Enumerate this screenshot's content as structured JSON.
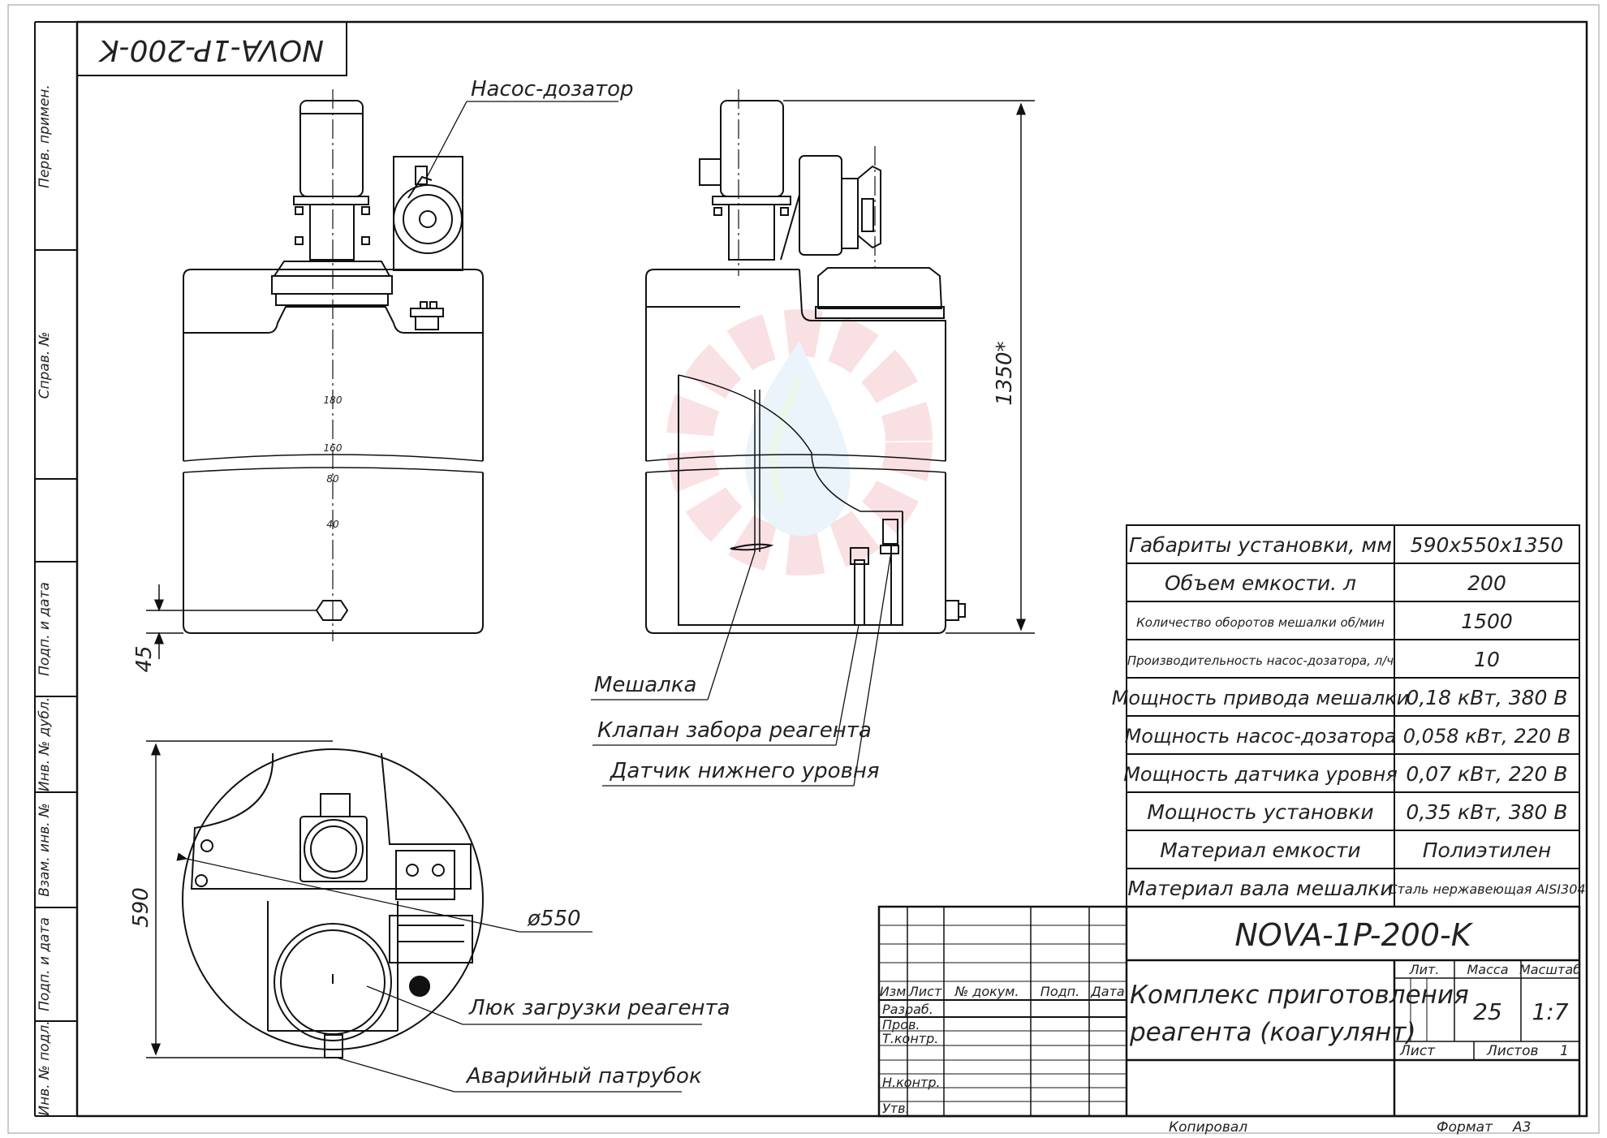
{
  "side_columns": [
    "Перв. примен.",
    "Справ. №",
    "Подп. и дата",
    "Инв. № дубл.",
    "Взам. инв. №",
    "Подп. и дата",
    "Инв. № подл."
  ],
  "stamp_top": "NOVA-1P-200-K",
  "labels": {
    "pump": "Насос-дозатор",
    "mixer": "Мешалка",
    "valve": "Клапан забора реагента",
    "sensor": "Датчик нижнего уровня",
    "hatch": "Люк загрузки реагента",
    "overflow": "Аварийный патрубок"
  },
  "dims": {
    "height": "1350*",
    "bottom": "45",
    "depth": "590",
    "diameter": "ø550"
  },
  "scale_marks": [
    "180",
    "160",
    "80",
    "40"
  ],
  "specs": [
    {
      "name": "Габариты установки, мм",
      "value": "590x550x1350"
    },
    {
      "name": "Объем емкости. л",
      "value": "200"
    },
    {
      "name": "Количество оборотов мешалки об/мин",
      "value": "1500"
    },
    {
      "name": "Производительность насос-дозатора, л/ч",
      "value": "10"
    },
    {
      "name": "Мощность привода мешалки",
      "value": "0,18 кВт, 380 В"
    },
    {
      "name": "Мощность насос-дозатора",
      "value": "0,058 кВт, 220 В"
    },
    {
      "name": "Мощность датчика уровня",
      "value": "0,07 кВт, 220 В"
    },
    {
      "name": "Мощность установки",
      "value": "0,35 кВт, 380 В"
    },
    {
      "name": "Материал емкости",
      "value": "Полиэтилен"
    },
    {
      "name": "Материал вала мешалки",
      "value": "Сталь нержавеющая AISI304"
    }
  ],
  "title_block": {
    "designation": "NOVA-1P-200-K",
    "name_line1": "Комплекс приготовления",
    "name_line2": "реагента (коагулянт)",
    "col_headers": [
      "Изм",
      "Лист",
      "№ докум.",
      "Подп.",
      "Дата"
    ],
    "roles": [
      "Разраб.",
      "Пров.",
      "Т.контр.",
      "",
      "Н.контр.",
      "Утв."
    ],
    "lit": "Лит.",
    "mass_label": "Масса",
    "scale_label": "Масштаб",
    "mass": "25",
    "scale": "1:7",
    "sheet_label": "Лист",
    "sheets_label": "Листов",
    "sheets": "1"
  },
  "footer": {
    "copied": "Копировал",
    "format_label": "Формат",
    "format": "A3"
  }
}
